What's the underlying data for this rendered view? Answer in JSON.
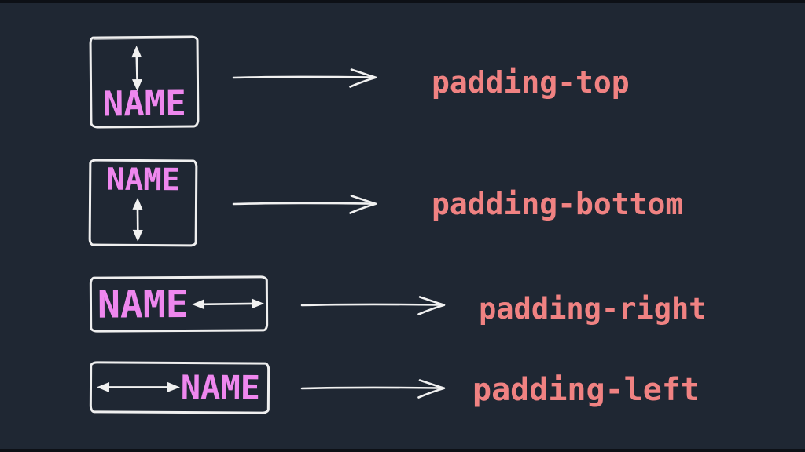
{
  "colors": {
    "bg": "#1f2733",
    "letterbox": "#0d1016",
    "box_border": "#efefef",
    "arrow": "#f1f1f1",
    "name_text": "#ee87ee",
    "label_text": "#f08282"
  },
  "rows": [
    {
      "box_text": "NAME",
      "label": "padding-top",
      "inner_arrow": "vertical-double-arrow-above-name"
    },
    {
      "box_text": "NAME",
      "label": "padding-bottom",
      "inner_arrow": "vertical-double-arrow-below-name"
    },
    {
      "box_text": "NAME",
      "label": "padding-right",
      "inner_arrow": "horizontal-double-arrow-right-of-name"
    },
    {
      "box_text": "NAME",
      "label": "padding-left",
      "inner_arrow": "horizontal-double-arrow-left-of-name"
    }
  ]
}
